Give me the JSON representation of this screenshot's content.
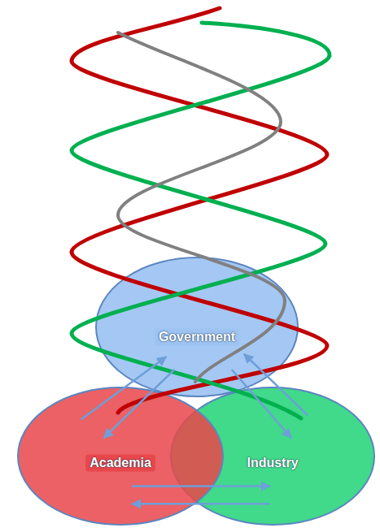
{
  "diagram": {
    "nodes": [
      {
        "text": [
          "Government"
        ]
      },
      {
        "text": [
          "Academia"
        ]
      },
      {
        "text": [
          "Industry"
        ]
      }
    ],
    "edges": [
      {
        "from": 1,
        "to": 0,
        "arrow": "to"
      },
      {
        "from": 0,
        "to": 1,
        "arrow": "to"
      },
      {
        "from": 2,
        "to": 0,
        "arrow": "to"
      },
      {
        "from": 0,
        "to": 2,
        "arrow": "to"
      },
      {
        "from": 1,
        "to": 2,
        "arrow": "to"
      },
      {
        "from": 2,
        "to": 1,
        "arrow": "to"
      }
    ]
  }
}
